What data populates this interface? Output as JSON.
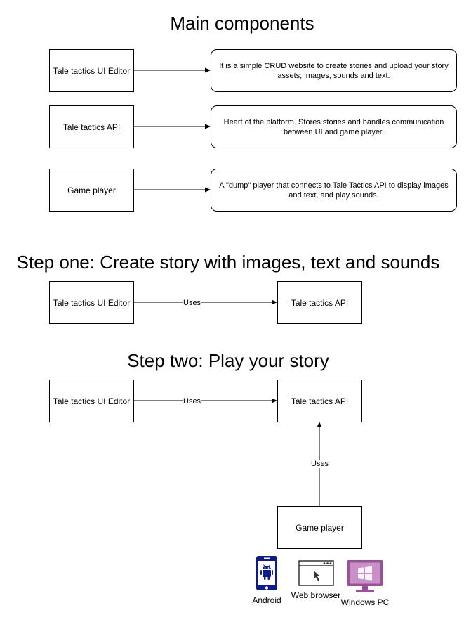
{
  "sections": {
    "main_title": "Main components",
    "step_one_title": "Step one: Create story with images, text and sounds",
    "step_two_title": "Step two: Play your story"
  },
  "components": [
    {
      "name": "Tale tactics UI Editor",
      "description": "It is a simple CRUD website to create stories and upload your story assets; images, sounds and text."
    },
    {
      "name": "Tale tactics API",
      "description": "Heart of the platform. Stores stories and handles communication between UI and game player."
    },
    {
      "name": "Game player",
      "description": "A \"dump\" player that connects to Tale Tactics API to display images and text, and play sounds."
    }
  ],
  "step_one": {
    "from": "Tale tactics UI Editor",
    "to": "Tale tactics API",
    "edge_label": "Uses"
  },
  "step_two": {
    "editor": "Tale tactics UI Editor",
    "api": "Tale tactics API",
    "player": "Game player",
    "edge_label_editor": "Uses",
    "edge_label_player": "Uses",
    "platforms": [
      {
        "label": "Android",
        "icon": "android-phone-icon",
        "color": "#0d1b8f"
      },
      {
        "label": "Web browser",
        "icon": "web-browser-icon",
        "color": "#333333"
      },
      {
        "label": "Windows PC",
        "icon": "windows-pc-icon",
        "color": "#9b4f9a"
      }
    ]
  }
}
